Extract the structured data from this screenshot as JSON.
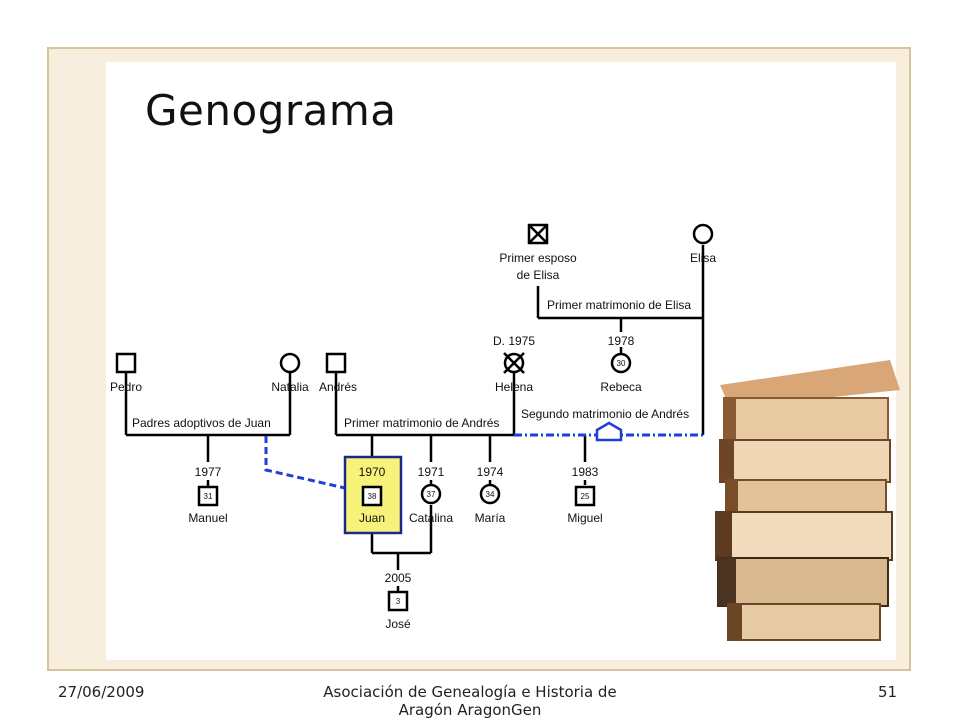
{
  "slide": {
    "title": "Genograma",
    "footer_date": "27/06/2009",
    "footer_center_line1": "Asociación de Genealogía e Historia de",
    "footer_center_line2": "Aragón AragonGen",
    "page_number": "51"
  },
  "genogram": {
    "people": {
      "pedro": "Pedro",
      "natalia": "Natalia",
      "andres": "Andrés",
      "helena": "Helena",
      "helena_death": "D. 1975",
      "rebeca": "Rebeca",
      "rebeca_year": "1978",
      "rebeca_age": "30",
      "primer_esposo_line1": "Primer esposo",
      "primer_esposo_line2": "de Elisa",
      "elisa": "Elisa",
      "manuel": "Manuel",
      "manuel_year": "1977",
      "manuel_age": "31",
      "juan": "Juan",
      "juan_year": "1970",
      "juan_age": "38",
      "catalina": "Catalina",
      "catalina_year": "1971",
      "catalina_age": "37",
      "maria": "María",
      "maria_year": "1974",
      "maria_age": "34",
      "miguel": "Miguel",
      "miguel_year": "1983",
      "miguel_age": "25",
      "jose": "José",
      "jose_year": "2005",
      "jose_age": "3"
    },
    "relations": {
      "adoptive": "Padres adoptivos de Juan",
      "andres_first": "Primer matrimonio de Andrés",
      "andres_second": "Segundo matrimonio de Andrés",
      "elisa_first": "Primer matrimonio de Elisa"
    },
    "colors": {
      "line": "#000000",
      "adoptive_link": "#1f3fd6",
      "highlight_fill": "#f7f27a",
      "highlight_border": "#1a2a8c"
    }
  }
}
